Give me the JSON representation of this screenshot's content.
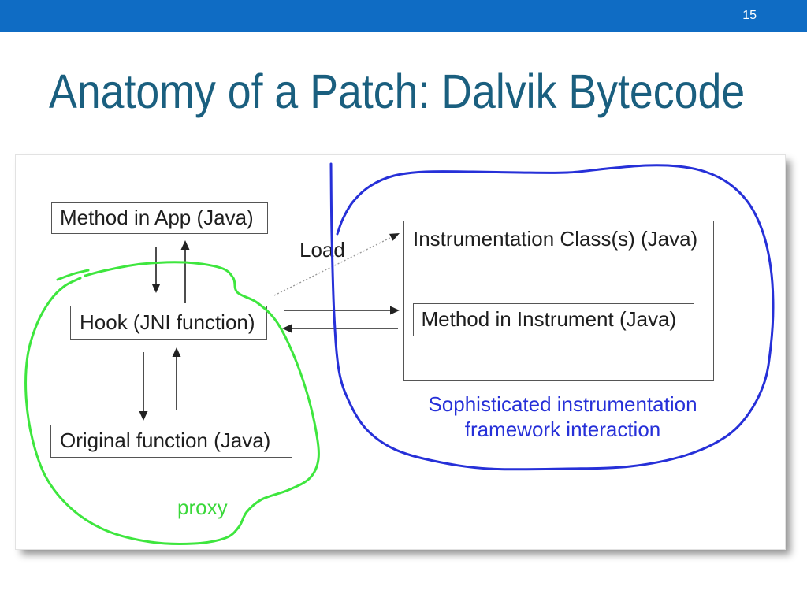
{
  "slide": {
    "number": "15",
    "title": "Anatomy of a Patch: Dalvik Bytecode"
  },
  "diagram": {
    "boxes": {
      "method_in_app": "Method in App (Java)",
      "hook": "Hook (JNI function)",
      "original_function": "Original function (Java)",
      "instrumentation_class": "Instrumentation Class(s) (Java)",
      "method_in_instrument": "Method in Instrument (Java)"
    },
    "load_label": "Load",
    "annotations": {
      "framework_lines": [
        "Sophisticated instrumentation",
        "framework interaction"
      ],
      "proxy": "proxy"
    }
  },
  "colors": {
    "top_bar": "#0f6cc4",
    "slide_number": "#ffffff",
    "title": "#1a5f7f",
    "framework_blue": "#2630d8",
    "proxy_green": "#3ee63e",
    "box_border": "#555555",
    "arrow": "#222222"
  }
}
